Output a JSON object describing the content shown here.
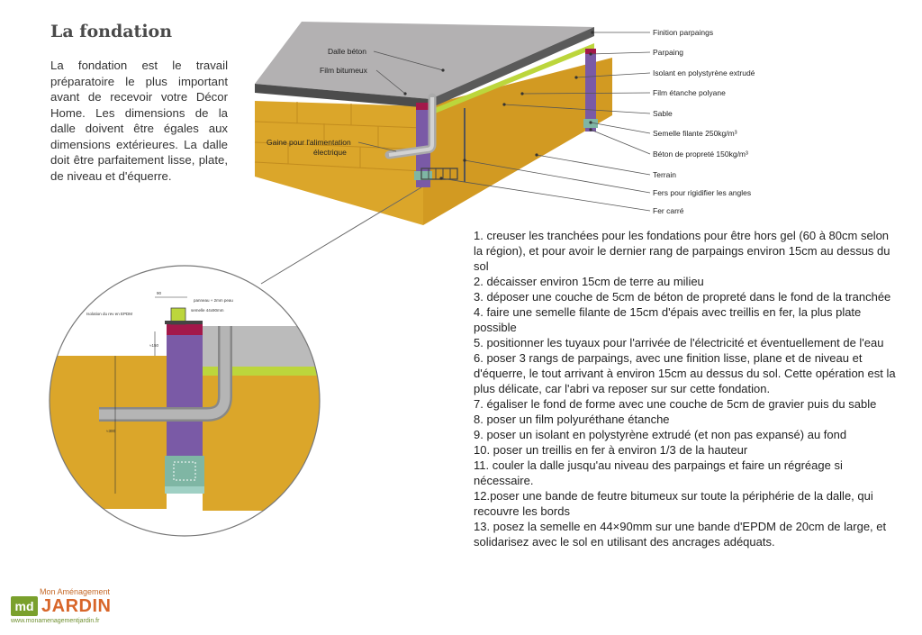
{
  "page": {
    "title": "La fondation",
    "intro": "La fondation est le travail préparatoire le plus important avant de recevoir votre Décor Home. Les dimensions de la dalle doivent être égales aux dimensions extérieures. La dalle doit être parfaitement lisse, plate, de niveau et d'équerre."
  },
  "diagram": {
    "labels_left": [
      "Dalle béton",
      "Film bitumeux",
      "Gaine pour l'alimentation",
      "électrique"
    ],
    "labels_right": [
      "Finition parpaings",
      "Parpaing",
      "Isolant en polystyrène extrudé",
      "Film étanche polyane",
      "Sable",
      "Semelle filante 250kg/m³",
      "Béton de propreté 150kg/m³",
      "Terrain",
      "Fers pour rigidifier les angles",
      "Fer carré"
    ],
    "detail_labels": [
      "90",
      "panneau + 2mm peau",
      "Isolation du rev en EPDM",
      "semelle 44x90mm",
      "≈150",
      "≈300"
    ],
    "colors": {
      "soil": "#dba62a",
      "slab_top": "#b3b1b2",
      "slab_edge": "#4c4c4c",
      "block": "#7a5aa6",
      "finish": "#a3184a",
      "insulation": "#bcd63c",
      "footing": "#7fb6a4",
      "pipe": "#aaaaaa"
    }
  },
  "steps": [
    "1. creuser les tranchées pour les fondations pour être hors gel (60 à 80cm selon la région), et pour avoir le dernier rang de parpaings environ 15cm au dessus du sol",
    "2. décaisser environ 15cm de terre au milieu",
    "3. déposer une couche de 5cm de béton de propreté dans le fond de la tranchée",
    "4. faire une semelle filante de 15cm d'épais avec treillis en fer, la plus plate possible",
    "5. positionner les tuyaux pour l'arrivée de l'électricité et éventuellement de l'eau",
    "6. poser 3 rangs de parpaings, avec une finition lisse, plane et de niveau et d'équerre, le tout arrivant à environ 15cm au dessus du sol. Cette opération est la plus délicate, car l'abri va reposer sur sur cette fondation.",
    "7. égaliser le fond de forme avec une couche de 5cm de gravier puis du sable",
    "8. poser un film polyuréthane étanche",
    "9. poser un isolant en polystyrène extrudé (et non pas expansé) au fond",
    "10. poser un treillis en fer à environ 1/3 de la hauteur",
    "11. couler la dalle jusqu'au niveau des parpaings et faire un régréage si nécessaire.",
    "12.poser une bande de feutre bitumeux sur toute la périphérie de la dalle, qui recouvre les bords",
    "13. posez la semelle en 44×90mm sur une bande d'EPDM de 20cm de large, et solidarisez avec le sol en utilisant des ancrages adéquats."
  ],
  "logo": {
    "tagline": "Mon Aménagement",
    "brand": "JARDIN",
    "badge": "md",
    "url": "www.monamenagementjardin.fr"
  }
}
